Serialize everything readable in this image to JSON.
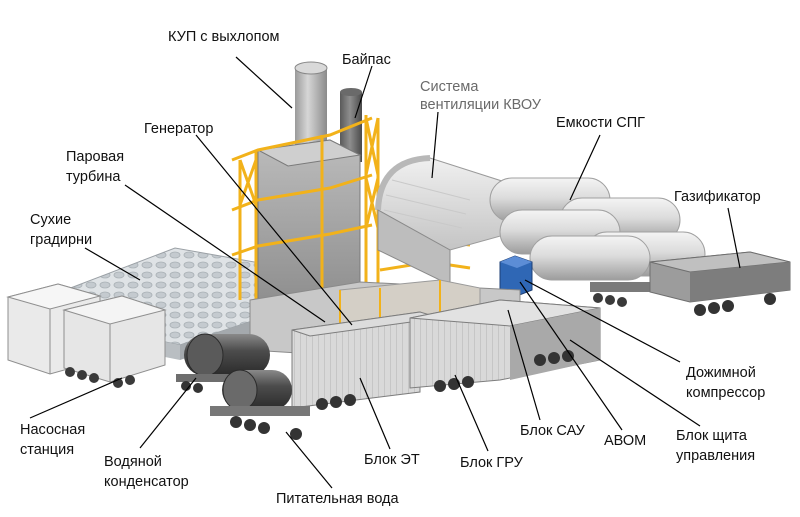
{
  "labels": {
    "kup": "КУП  с выхлопом",
    "bypass": "Байпас",
    "vent_line1": "Система",
    "vent_line2": "вентиляции КВОУ",
    "generator": "Генератор",
    "turbine_line1": "Паровая",
    "turbine_line2": "турбина",
    "lng_tanks": "Емкости СПГ",
    "dry_line1": "Сухие",
    "dry_line2": "градирни",
    "gasifier": "Газификатор",
    "booster_line1": "Дожимной",
    "booster_line2": "компрессор",
    "pump_line1": "Насосная",
    "pump_line2": "станция",
    "condenser_line1": "Водяной",
    "condenser_line2": "конденсатор",
    "block_et": "Блок ЭТ",
    "block_gru": "Блок ГРУ",
    "block_sau": "Блок САУ",
    "avom": "АВОМ",
    "panel_line1": "Блок щита",
    "panel_line2": "управления",
    "feed_water": "Питательная вода"
  },
  "colors": {
    "text": "#111111",
    "vent_text": "#6a6a6a",
    "frame_yellow": "#f2b21a",
    "leader": "#000000",
    "booster_blue": "#2f67b5"
  }
}
